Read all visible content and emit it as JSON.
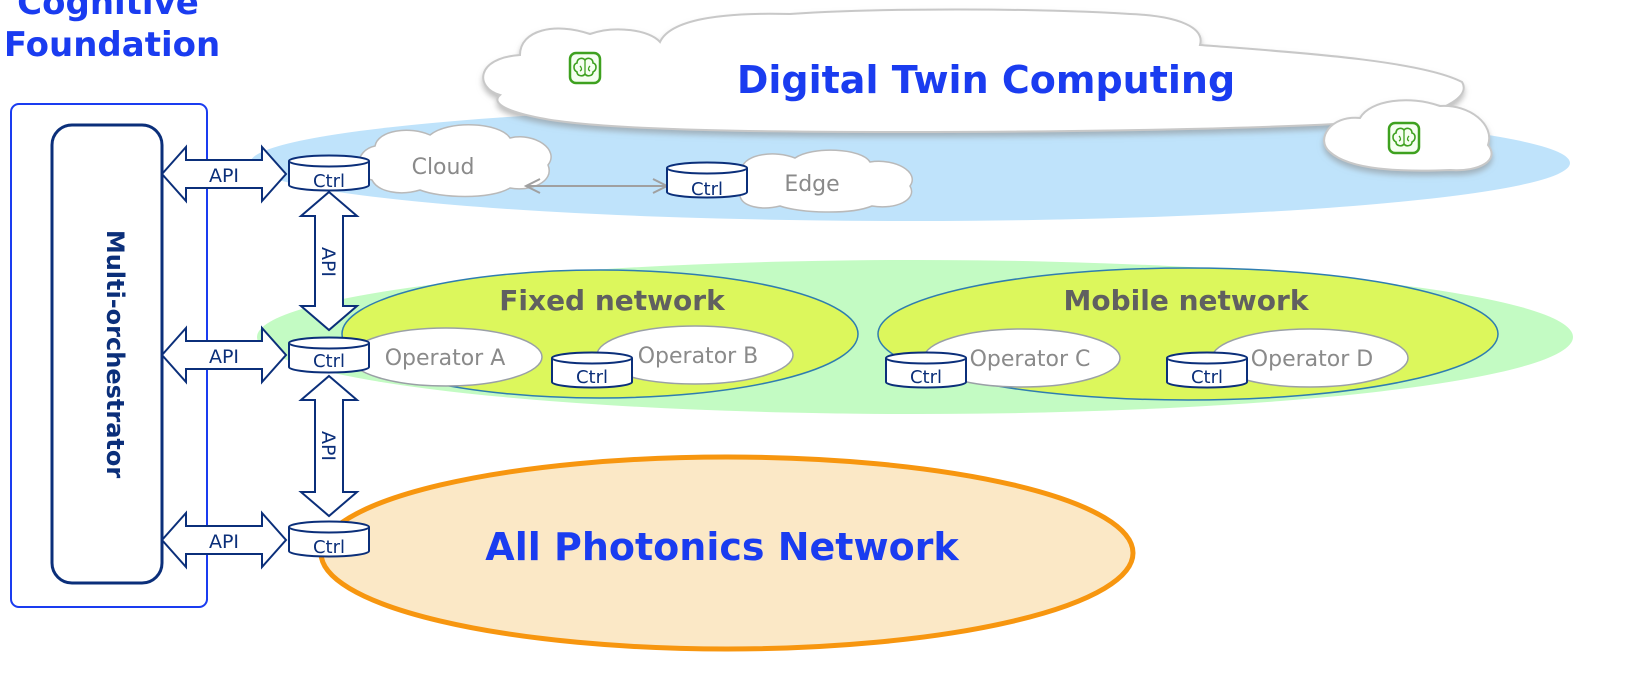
{
  "title": {
    "line1": "Cognitive",
    "line2": "Foundation"
  },
  "orchestrator": {
    "label": "Multi-orchestrator"
  },
  "dtc": {
    "title": "Digital Twin Computing",
    "icon": "brain-icon"
  },
  "cloud_layer": {
    "cloud_label": "Cloud",
    "edge_label": "Edge"
  },
  "network_layer": {
    "fixed": {
      "title": "Fixed network",
      "operators": [
        "Operator A",
        "Operator B"
      ]
    },
    "mobile": {
      "title": "Mobile network",
      "operators": [
        "Operator C",
        "Operator D"
      ]
    }
  },
  "apn": {
    "title": "All Photonics Network"
  },
  "ctrl_label": "Ctrl",
  "api_label": "API",
  "colors": {
    "blue_text": "#1a3cf0",
    "navy": "#0b2f7a",
    "cloud_band": "#bfe3fb",
    "green_band": "#c3fbc3",
    "yellow_green": "#dcf75c",
    "apn_fill": "#fbe8c6",
    "apn_stroke": "#f7960f",
    "brain_green": "#3ea11f"
  }
}
